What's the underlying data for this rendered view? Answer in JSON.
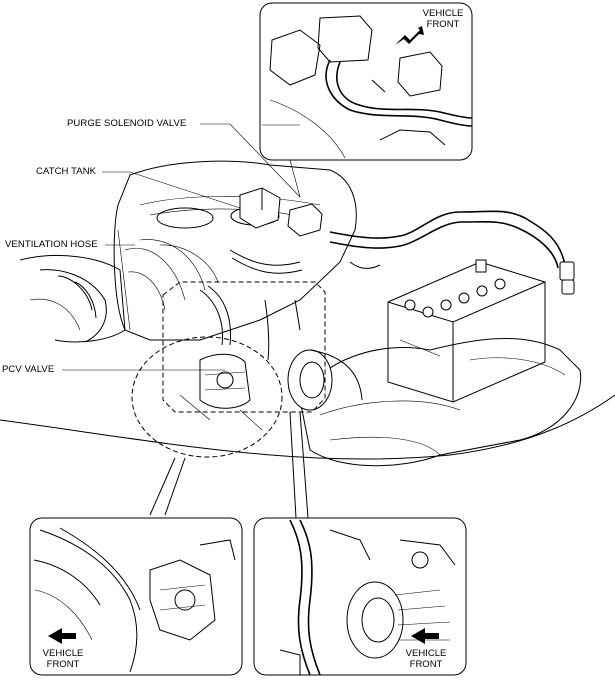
{
  "labels": {
    "purge_solenoid_valve": "PURGE SOLENOID VALVE",
    "catch_tank": "CATCH TANK",
    "ventilation_hose": "VENTILATION HOSE",
    "pcv_valve": "PCV VALVE"
  },
  "insets": {
    "top": {
      "vehicle_front_line1": "VEHICLE",
      "vehicle_front_line2": "FRONT"
    },
    "bottom_left": {
      "vehicle_front_line1": "VEHICLE",
      "vehicle_front_line2": "FRONT"
    },
    "bottom_right": {
      "vehicle_front_line1": "VEHICLE",
      "vehicle_front_line2": "FRONT"
    }
  },
  "colors": {
    "line": "#000000",
    "background": "#ffffff"
  }
}
